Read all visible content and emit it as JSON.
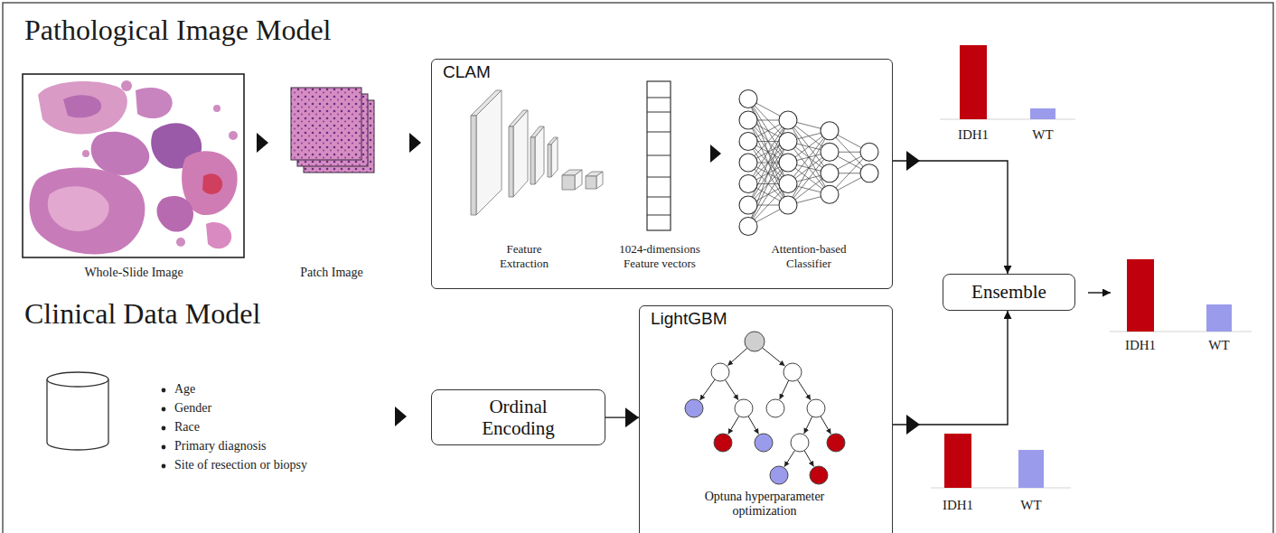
{
  "diagram": {
    "nodes": [
      {
        "text": [
          "CLAM"
        ]
      },
      {
        "text": [
          "Ensemble"
        ]
      },
      {
        "text": [
          "Ordinal Encoding"
        ]
      },
      {
        "text": [
          "LightGBM",
          "Optuna hyperparameter optimization"
        ]
      }
    ],
    "edges": [
      {
        "from": 0,
        "to": 1,
        "arrow": "to"
      },
      {
        "from": 3,
        "to": 1,
        "arrow": "to"
      },
      {
        "from": 2,
        "to": 3,
        "arrow": "to"
      }
    ],
    "labels": [
      "Pathological Image Model",
      "Whole-Slide Image",
      "Patch Image",
      "Feature Extraction",
      "1024-dimensions Feature vectors",
      "Attention-based Classifier",
      "IDH1",
      "WT",
      "IDH1",
      "WT",
      "Clinical Data Model",
      "Age",
      "Gender",
      "Race",
      "Primary diagnosis",
      "Site of resection or biopsy",
      "IDH1",
      "WT"
    ]
  }
}
